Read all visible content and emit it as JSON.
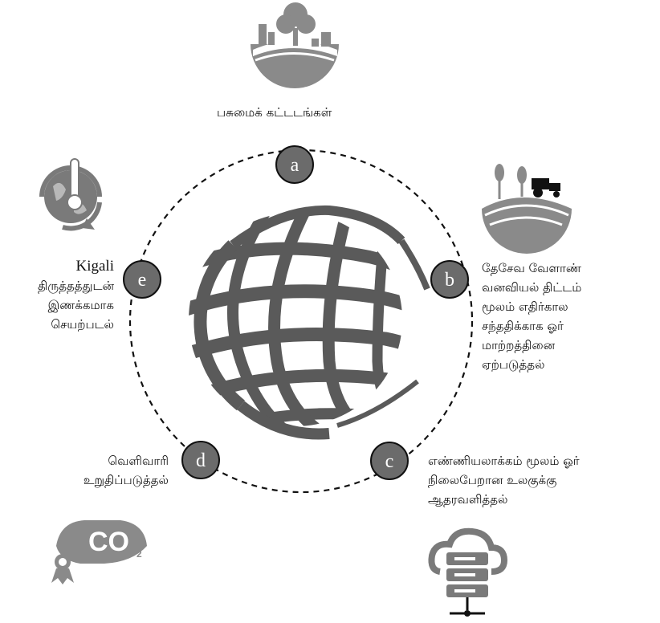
{
  "nodes": [
    {
      "letter": "a",
      "lines": [
        "பசுமைக் கட்டடங்கள்"
      ],
      "icon": "city-park-icon"
    },
    {
      "letter": "b",
      "lines": [
        "தேசேவ வேளாண்",
        "வனவியல் திட்டம்",
        "மூலம் எதிர்கால",
        "சந்ததிக்காக ஓர்",
        "மாற்றத்தினை",
        "ஏற்படுத்தல்"
      ],
      "icon": "farm-tractor-icon"
    },
    {
      "letter": "c",
      "lines": [
        "எண்ணியலாக்கம் மூலம் ஓர்",
        "நிலைபேறான உலகுக்கு",
        "ஆதரவளித்தல்"
      ],
      "icon": "cloud-server-icon"
    },
    {
      "letter": "d",
      "lines": [
        "வெளிவாரி",
        "உறுதிப்படுத்தல்"
      ],
      "icon": "co2-badge-icon"
    },
    {
      "letter": "e",
      "lines": [
        "Kigali",
        "திருத்தத்துடன்",
        "இணக்கமாக",
        "செயற்படல்"
      ],
      "icon": "globe-thermometer-icon"
    }
  ],
  "colors": {
    "node_fill": "#6b6b6b",
    "globe": "#5a5a5a",
    "icon": "#7a7a7a",
    "ring": "#111111"
  }
}
